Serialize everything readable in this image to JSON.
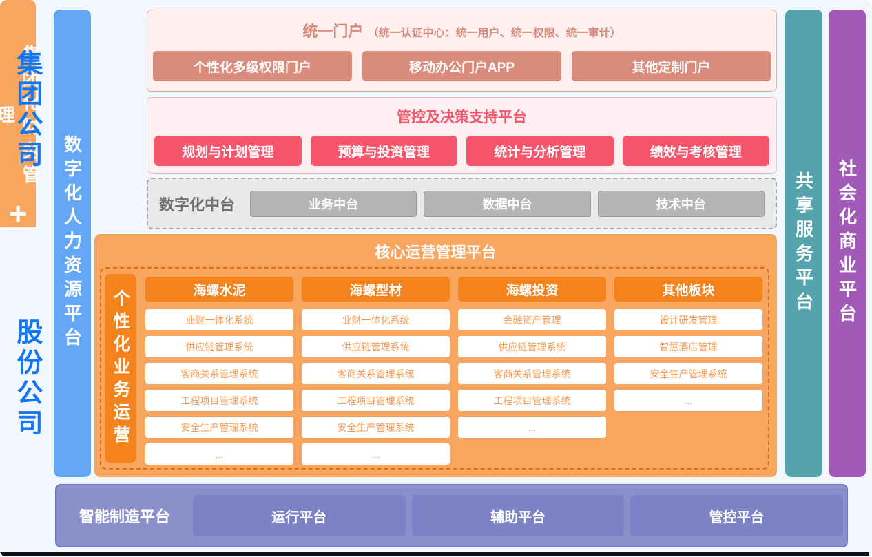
{
  "side_labels": {
    "group": "集团公司",
    "share": "股份公司"
  },
  "bars": {
    "hr": "数字化人力资源平台",
    "finance": "集团化财务管理",
    "finance_plus": "+",
    "personalized": "个性化业务运营",
    "shared": "共享服务平台",
    "social": "社会化商业平台"
  },
  "portal": {
    "title": "统一门户",
    "subtitle": "（统一认证中心：统一用户、统一权限、统一审计）",
    "buttons": [
      "个性化多级权限门户",
      "移动办公门户APP",
      "其他定制门户"
    ]
  },
  "decision": {
    "title": "管控及决策支持平台",
    "buttons": [
      "规划与计划管理",
      "预算与投资管理",
      "统计与分析管理",
      "绩效与考核管理"
    ]
  },
  "middle_platform": {
    "label": "数字化中台",
    "buttons": [
      "业务中台",
      "数据中台",
      "技术中台"
    ]
  },
  "core_ops": {
    "title": "核心运营管理平台",
    "columns": [
      {
        "header": "海螺水泥",
        "items": [
          "业财一体化系统",
          "供应链管理系统",
          "客商关系管理系统",
          "工程项目管理系统",
          "安全生产管理系统",
          "..."
        ]
      },
      {
        "header": "海螺型材",
        "items": [
          "业财一体化系统",
          "供应链管理系统",
          "客商关系管理系统",
          "工程项目管理系统",
          "安全生产管理系统",
          "..."
        ]
      },
      {
        "header": "海螺投资",
        "items": [
          "金融资产管理",
          "供应链管理系统",
          "客商关系管理系统",
          "工程项目管理系统",
          "..."
        ]
      },
      {
        "header": "其他板块",
        "items": [
          "设计研发管理",
          "智慧酒店管理",
          "安全生产管理系统",
          "..."
        ]
      }
    ]
  },
  "smart_manufacturing": {
    "label": "智能制造平台",
    "buttons": [
      "运行平台",
      "辅助平台",
      "管控平台"
    ]
  },
  "colors": {
    "background": "#f2f6fd",
    "side_label_blue": "#1477f2",
    "hr_bar_blue": "#63a7f6",
    "orange_light": "#f8a55f",
    "orange_dark": "#f5831d",
    "orange_cell_text": "#f59b50",
    "salmon_button": "#d98b7c",
    "salmon_bg": "#fdf0ee",
    "red_pink": "#f5566c",
    "pink_bg": "#fdeff2",
    "gray_bg": "#e9e9e9",
    "gray_button": "#b5b5b5",
    "teal_bar": "#55a3ad",
    "purple_bar": "#a15ab8",
    "bottom_bg": "#8b90ca",
    "bottom_button": "#7b82c6"
  }
}
